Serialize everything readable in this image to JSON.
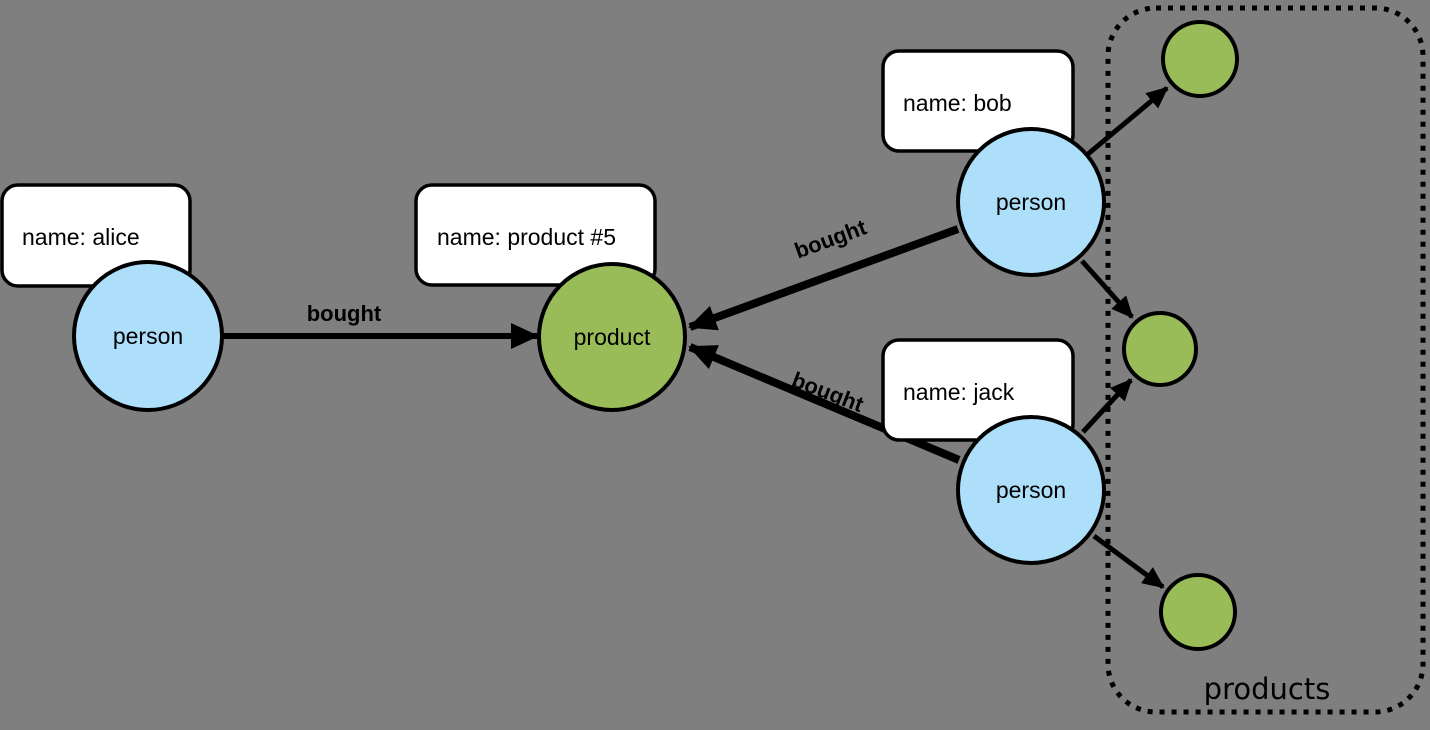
{
  "colors": {
    "background": "#7f7f7f",
    "person_fill": "#aedffa",
    "product_fill": "#9abc58",
    "line": "#000000",
    "label_box_fill": "#ffffff"
  },
  "nodes": {
    "alice": {
      "label": "person",
      "property": "name: alice"
    },
    "product5": {
      "label": "product",
      "property": "name: product #5"
    },
    "bob": {
      "label": "person",
      "property": "name: bob"
    },
    "jack": {
      "label": "person",
      "property": "name: jack"
    }
  },
  "edges": {
    "alice_to_product": {
      "label": "bought"
    },
    "bob_to_product": {
      "label": "bought"
    },
    "jack_to_product": {
      "label": "bought"
    }
  },
  "groups": {
    "products": {
      "label": "products"
    }
  }
}
